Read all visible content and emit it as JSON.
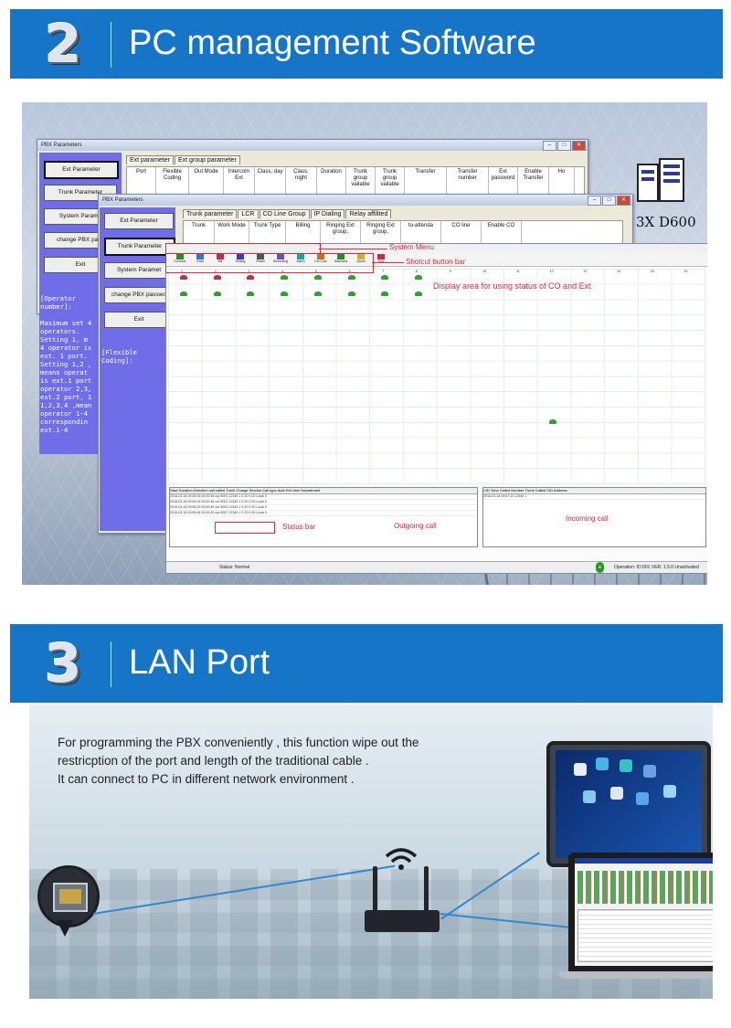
{
  "section2": {
    "number": "2",
    "title": "PC management Software"
  },
  "section3": {
    "number": "3",
    "title": "LAN Port"
  },
  "screenshot": {
    "device_label": "3X D600",
    "back_window": {
      "title": "PBX Parameters",
      "buttons": [
        "Ext Parameter",
        "Trunk Parameter",
        "System Parame",
        "change PBX pass",
        "Exit"
      ],
      "tabs": [
        "Ext parameter",
        "Ext group parameter"
      ],
      "columns": [
        "Port",
        "Flexible Coding",
        "Out Mode",
        "Intercom Ext",
        "Class, day",
        "Class, night",
        "Duration",
        "Trunk group vailable",
        "Trunk group vailable",
        "Transfer",
        "Transfer number",
        "Ext password",
        "Enable Transfer",
        "Ho"
      ],
      "help_lines": [
        "[Operator",
        "number]:",
        "",
        "Maximum set 4",
        "operators.",
        "Setting 1, m",
        "4 operator is",
        "ext. 1 port.",
        "Setting 1,2 ,",
        "means operat",
        "is ext.1 port",
        "operator 2,3,",
        "ext.2 port, 1",
        "1,2,3,4 ,mean",
        "operator 1-4",
        "correspondin",
        "ext.1-4"
      ]
    },
    "front_window": {
      "title": "PBX Parameters",
      "buttons": [
        "Ext Parameter",
        "Trunk Parameter",
        "System Paramet",
        "change PBX passwo",
        "Exit"
      ],
      "tabs": [
        "Trunk parameter",
        "LCR",
        "CO Line Group",
        "IP Dialing",
        "Relay affilited"
      ],
      "columns": [
        "Trunk",
        "Work Mode",
        "Trunk Type",
        "Billing",
        "Ringing Ext group,",
        "Ringing Ext group,",
        "to-attenda",
        "CO line",
        "Enable CO"
      ],
      "help_text": "[Flexible\nCoding]:"
    },
    "grid_window": {
      "toolbar": [
        "Connect",
        "Data",
        "Bill",
        "Setting",
        "Reset",
        "Recording",
        "Alarm",
        "Ext Cust",
        "Standard",
        "About",
        "Exit"
      ],
      "column_numbers": [
        "1",
        "2",
        "3",
        "4",
        "5",
        "6",
        "7",
        "8",
        "9",
        "10",
        "11",
        "12",
        "13",
        "14",
        "15",
        "16"
      ],
      "outgoing_header": "Start  Duration Direction  call  called  Trunk  Charge  Service  Call type  Auth  Ext User  Department",
      "outgoing_rows": [
        "2018-03-18 09:55:05  00:00:46  out  8001  12345  1  0.20  0.00  Local  0",
        "2018-03-18 09:55:04  00:00:48  out  8002  12345  1  0.20  0.00  Local  0",
        "2018-03-18 09:55:09  00:00:49  out  8003  12345  1  0.20  0.00  Local  0",
        "2018-03-18 09:55:08  00:00:49  out  8007  12345  1  0.20  0.00  Local  0"
      ],
      "incoming_header": "CID Time  Called Number  Trunk  Called  CID Address",
      "incoming_rows": [
        "2018-03-18 09:57:10  12345  1"
      ],
      "status_text": "Status: Normal",
      "status_right": "Operation: ID:001  VER: 1.5.0  Unactivated"
    },
    "annotations": {
      "system_menu": "System Menu",
      "shortcut": "Shotcut button bar",
      "display": "Display area for using status of CO and Ext.",
      "status_bar": "Status bar",
      "outgoing": "Outgoing call",
      "incoming": "Incoming call"
    },
    "colors": {
      "annotation": "#e0283a",
      "banner": "#1775c8",
      "panel": "#6f6ee8"
    }
  },
  "lan": {
    "lines": [
      "For programming the PBX conveniently , this function wipe out the",
      "restricption of the port and length of the traditional cable .",
      "It can connect to PC in different network environment ."
    ],
    "icons": [
      "rj45-port-icon",
      "wifi-icon",
      "router-icon",
      "monitor-icon",
      "laptop-icon"
    ]
  }
}
